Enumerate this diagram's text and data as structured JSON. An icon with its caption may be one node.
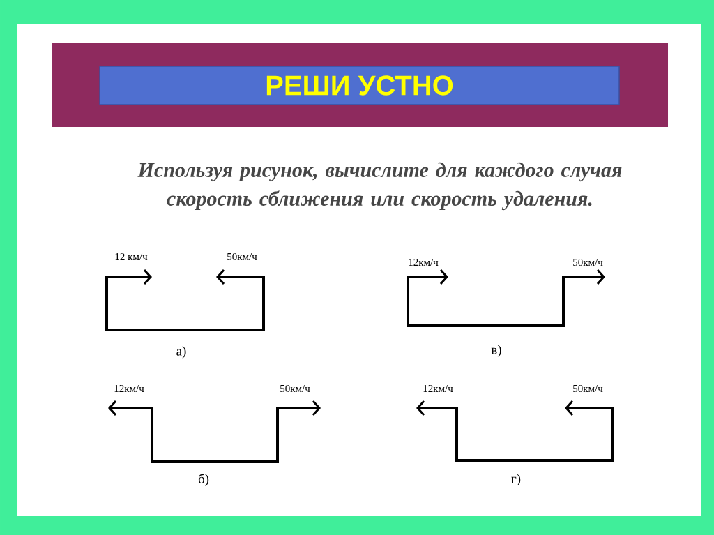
{
  "diagram": {
    "title": "РЕШИ  УСТНО",
    "labels": [
      "Используя рисунок, вычислите для каждого случая скорость сближения или скорость удаления.",
      "12 км/ч",
      "50км/ч",
      "12км/ч",
      "50км/ч",
      "а)",
      "в)",
      "12км/ч",
      "50км/ч",
      "12км/ч",
      "50км/ч",
      "б)",
      "г)"
    ]
  }
}
